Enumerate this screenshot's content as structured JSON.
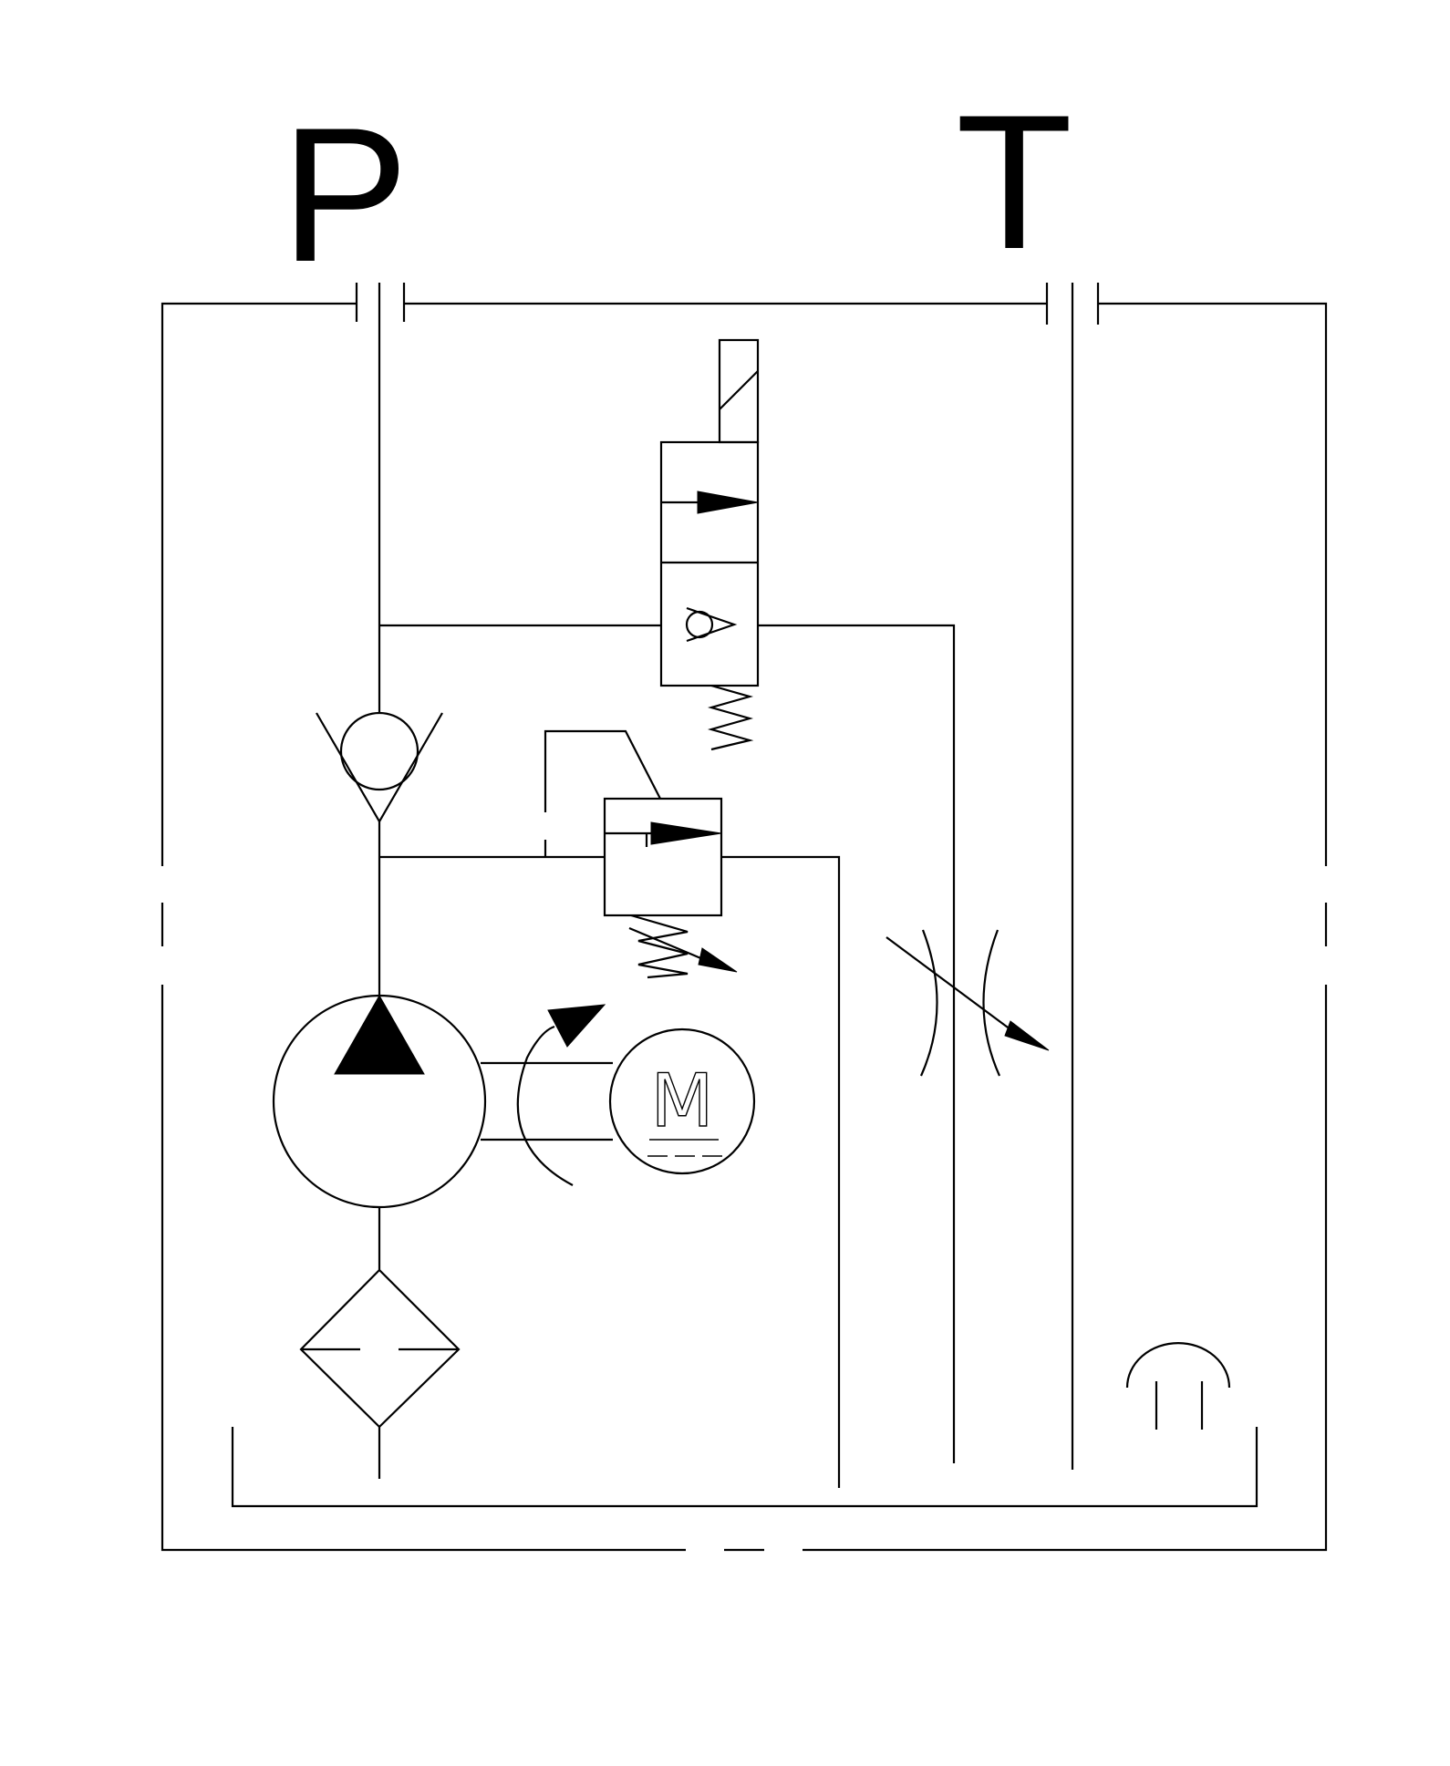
{
  "ports": {
    "p": "P",
    "t": "T"
  },
  "components": {
    "motor_symbol": "M"
  },
  "colors": {
    "line": "#000000",
    "background": "#ffffff"
  }
}
